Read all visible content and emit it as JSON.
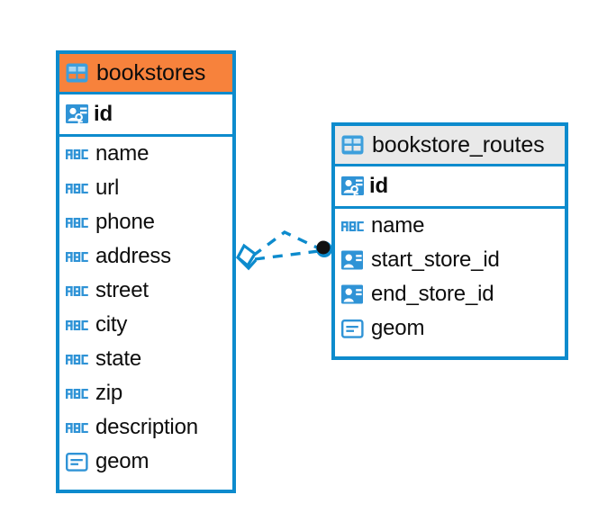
{
  "diagram": {
    "type": "entity-relationship-diagram",
    "background": "#ffffff",
    "accent_blue": "#0d8bcd",
    "header_orange": "#f7823c",
    "header_grey": "#e9e9e9"
  },
  "tables": [
    {
      "name": "bookstores",
      "header_color": "#f7823c",
      "table_icon": "table-icon",
      "primary_keys": [
        {
          "label": "id",
          "icon": "primary-key-icon",
          "type": "key"
        }
      ],
      "fields": [
        {
          "label": "name",
          "icon": "abc-text-icon",
          "type": "text"
        },
        {
          "label": "url",
          "icon": "abc-text-icon",
          "type": "text"
        },
        {
          "label": "phone",
          "icon": "abc-text-icon",
          "type": "text"
        },
        {
          "label": "address",
          "icon": "abc-text-icon",
          "type": "text"
        },
        {
          "label": "street",
          "icon": "abc-text-icon",
          "type": "text"
        },
        {
          "label": "city",
          "icon": "abc-text-icon",
          "type": "text"
        },
        {
          "label": "state",
          "icon": "abc-text-icon",
          "type": "text"
        },
        {
          "label": "zip",
          "icon": "abc-text-icon",
          "type": "text"
        },
        {
          "label": "description",
          "icon": "abc-text-icon",
          "type": "text"
        },
        {
          "label": "geom",
          "icon": "geometry-icon",
          "type": "geometry"
        }
      ]
    },
    {
      "name": "bookstore_routes",
      "header_color": "#e9e9e9",
      "table_icon": "table-icon",
      "primary_keys": [
        {
          "label": "id",
          "icon": "primary-key-icon",
          "type": "key"
        }
      ],
      "fields": [
        {
          "label": "name",
          "icon": "abc-text-icon",
          "type": "text"
        },
        {
          "label": "start_store_id",
          "icon": "foreign-key-icon",
          "type": "foreign-key"
        },
        {
          "label": "end_store_id",
          "icon": "foreign-key-icon",
          "type": "foreign-key"
        },
        {
          "label": "geom",
          "icon": "geometry-icon",
          "type": "geometry"
        }
      ]
    }
  ],
  "relationship": {
    "from_table": "bookstores",
    "to_table": "bookstore_routes",
    "line_style": "dashed",
    "line_color": "#0d8bcd",
    "source_marker": "crows-foot-diamond-marker",
    "target_marker": "filled-circle-marker"
  }
}
